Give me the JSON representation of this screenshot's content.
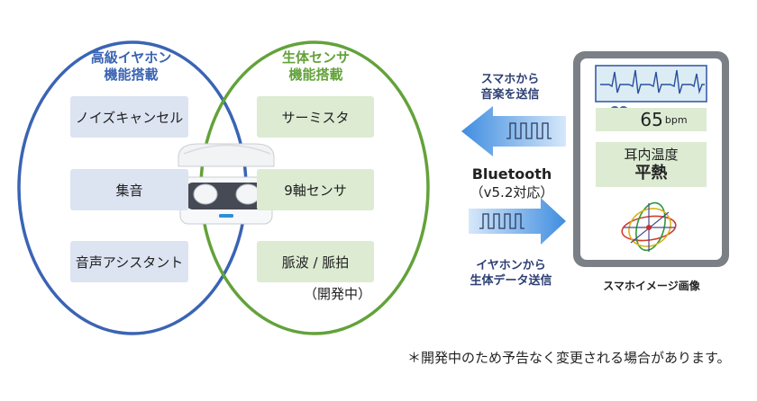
{
  "left_circle": {
    "title_line1": "高級イヤホン",
    "title_line2": "機能搭載",
    "items": [
      "ノイズキャンセル",
      "集音",
      "音声アシスタント"
    ],
    "color": "#3a64b4"
  },
  "right_circle": {
    "title_line1": "生体センサ",
    "title_line2": "機能搭載",
    "items": [
      "サーミスタ",
      "9軸センサ",
      "脈波 / 脈拍"
    ],
    "note": "（開発中）",
    "color": "#63a23a"
  },
  "connection": {
    "bluetooth_label": "Bluetooth",
    "version_label": "（v5.2対応）",
    "top_arrow_line1": "スマホから",
    "top_arrow_line2": "音楽を送信",
    "bottom_arrow_line1": "イヤホンから",
    "bottom_arrow_line2": "生体データ送信"
  },
  "phone": {
    "bpm_value": "65",
    "bpm_unit": "bpm",
    "temp_label": "耳内温度",
    "temp_value": "平熱",
    "caption": "スマホイメージ画像"
  },
  "footnote": "＊開発中のため予告なく変更される場合があります。"
}
